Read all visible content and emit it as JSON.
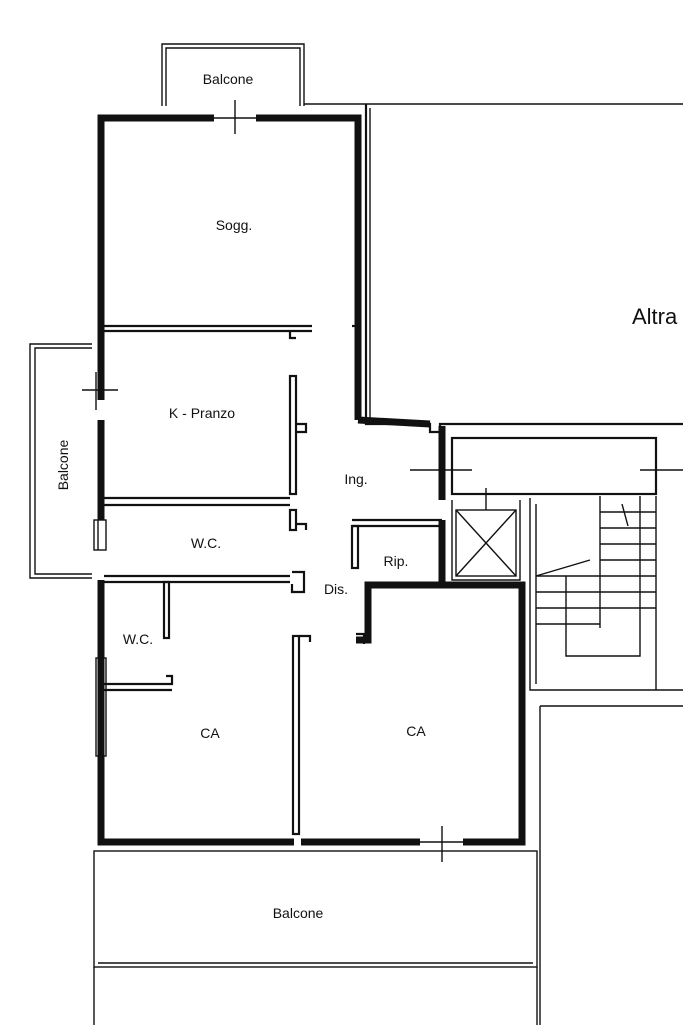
{
  "floor_plan": {
    "rooms": {
      "balcone_top": "Balcone",
      "soggiorno": "Sogg.",
      "altra": "Altra",
      "balcone_left": "Balcone",
      "cucina_pranzo": "K - Pranzo",
      "ingresso": "Ing.",
      "wc_upper": "W.C.",
      "ripostiglio": "Rip.",
      "disimpegno": "Dis.",
      "wc_lower": "W.C.",
      "camera_left": "CA",
      "camera_right": "CA",
      "balcone_bottom": "Balcone"
    }
  }
}
